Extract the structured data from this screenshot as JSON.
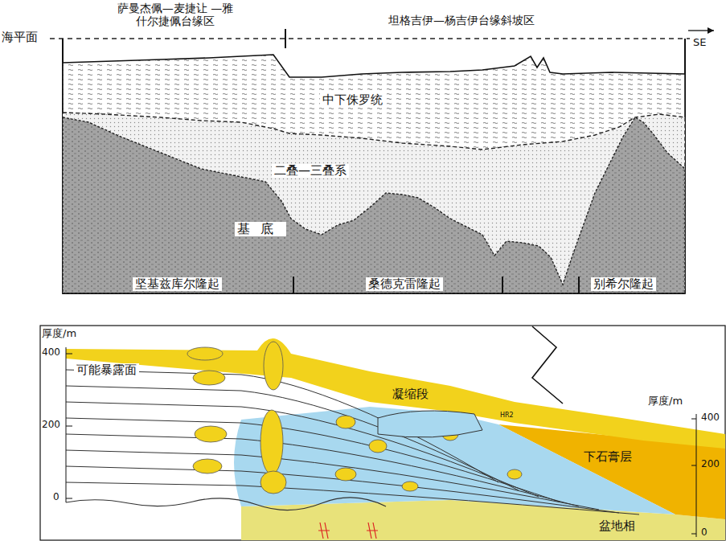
{
  "diagram": {
    "labels": [
      "海平面",
      "萨曼杰佩—麦捷让 —雅什尔捷佩台缘区",
      "坦格吉伊—杨吉伊台缘斜坡区",
      "SE",
      "中下侏罗统",
      "二叠—三叠系",
      "基底",
      "坚基兹库尔隆起",
      "桑德克雷隆起",
      "别希尔隆起",
      "厚度/m",
      "400",
      "200",
      "0",
      "可能暴露面",
      "凝缩段",
      "HR2",
      "厚度/m",
      "400",
      "200",
      "0",
      "下石膏层",
      "盆地相"
    ]
  }
}
